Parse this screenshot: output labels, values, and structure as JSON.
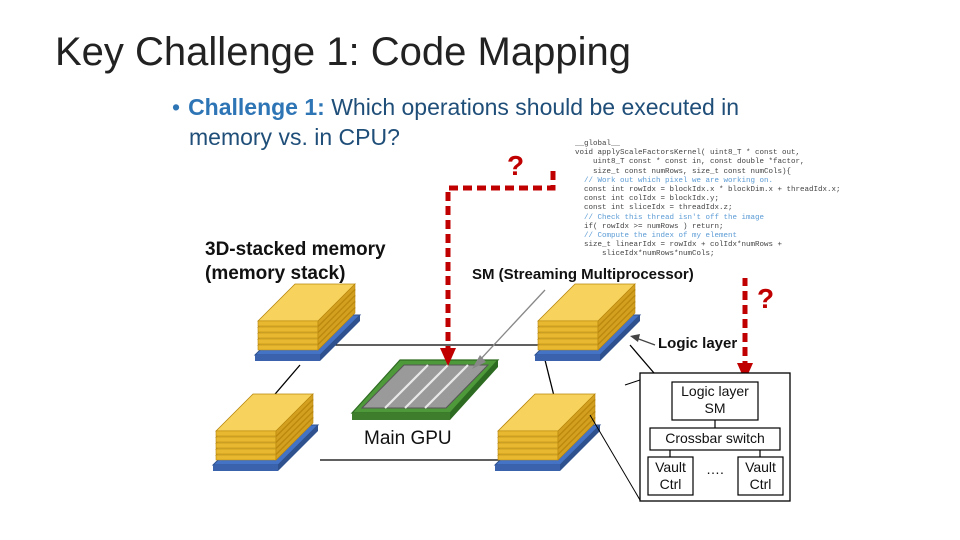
{
  "title": {
    "prefix": "Key Challenge ",
    "number": "1",
    "suffix": ": Code Mapping"
  },
  "bullet": {
    "marker": "•",
    "highlight": "Challenge 1:",
    "text_line1": " Which operations should be executed in",
    "text_line2": "memory vs. in CPU?"
  },
  "labels": {
    "memory_stack": "3D-stacked memory\n(memory stack)",
    "sm": "SM (Streaming Multiprocessor)",
    "logic_layer": "Logic layer",
    "main_gpu": "Main GPU"
  },
  "question_marks": [
    "?",
    "?"
  ],
  "code": {
    "lines": [
      {
        "text": "__global__",
        "comment": false
      },
      {
        "text": "void applyScaleFactorsKernel( uint8_T * const out,",
        "comment": false
      },
      {
        "text": "    uint8_T const * const in, const double *factor,",
        "comment": false
      },
      {
        "text": "    size_t const numRows, size_t const numCols){",
        "comment": false
      },
      {
        "text": "  // Work out which pixel we are working on.",
        "comment": true
      },
      {
        "text": "  const int rowIdx = blockIdx.x * blockDim.x + threadIdx.x;",
        "comment": false
      },
      {
        "text": "  const int colIdx = blockIdx.y;",
        "comment": false
      },
      {
        "text": "  const int sliceIdx = threadIdx.z;",
        "comment": false
      },
      {
        "text": "  // Check this thread isn't off the image",
        "comment": true
      },
      {
        "text": "  if( rowIdx >= numRows ) return;",
        "comment": false
      },
      {
        "text": "  // Compute the index of my element",
        "comment": true
      },
      {
        "text": "  size_t linearIdx = rowIdx + colIdx*numRows +",
        "comment": false
      },
      {
        "text": "      sliceIdx*numRows*numCols;",
        "comment": false
      }
    ]
  },
  "detail": {
    "logic_sm": "Logic layer\nSM",
    "crossbar": "Crossbar switch",
    "vault_left": "Vault\nCtrl",
    "ellipsis": "….",
    "vault_right": "Vault\nCtrl"
  },
  "colors": {
    "title": "#222222",
    "bullet_text": "#1f4e79",
    "bullet_highlight": "#2e75b6",
    "dashed_arrow": "#c00000",
    "memory_layer": "#f5c842",
    "memory_layer_edge": "#b8860b",
    "memory_base": "#4472c4",
    "gpu_frame": "#4e9a3a",
    "gpu_chip": "#8c8c8c"
  }
}
